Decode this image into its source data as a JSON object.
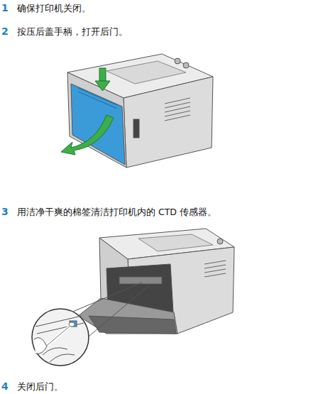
{
  "diagram": {
    "labels": [
      "1",
      "确保打印机关闭。",
      "2",
      "按压后盖手柄，打开后门。",
      "3",
      "用洁净干爽的棉签清洁打印机内的 CTD 传感器。",
      "4",
      "关闭后门。"
    ]
  }
}
